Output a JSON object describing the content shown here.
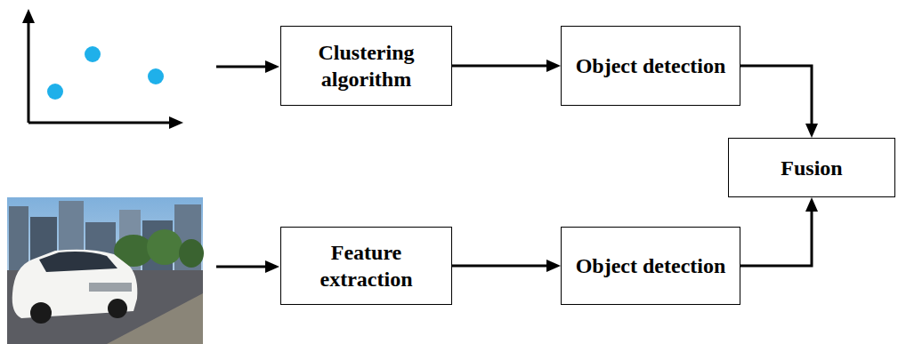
{
  "diagram": {
    "nodes": [
      {
        "text": [
          "Clustering algorithm"
        ]
      },
      {
        "text": [
          "Object detection"
        ]
      },
      {
        "text": [
          "Fusion"
        ]
      },
      {
        "text": [
          "Feature extraction"
        ]
      },
      {
        "text": [
          "Object detection"
        ]
      }
    ],
    "edges": [
      {
        "from": 0,
        "to": 1,
        "arrow": "to"
      },
      {
        "from": 1,
        "to": 2,
        "arrow": "to"
      },
      {
        "from": 3,
        "to": 4,
        "arrow": "to"
      },
      {
        "from": 4,
        "to": 2,
        "arrow": "to"
      }
    ]
  }
}
